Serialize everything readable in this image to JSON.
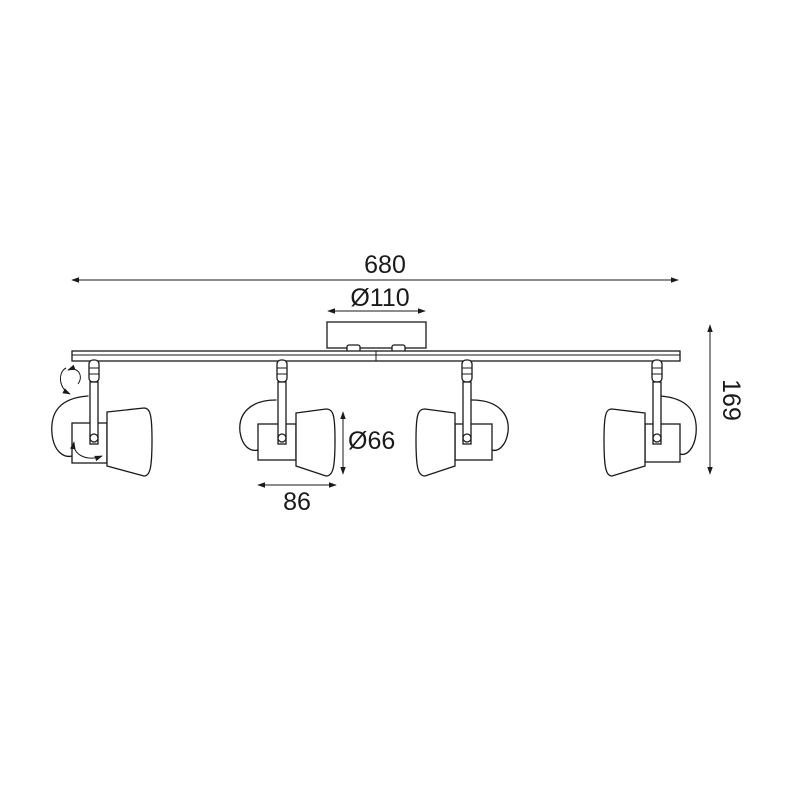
{
  "dimensions": {
    "length": "680",
    "canopy_diameter": "Ø110",
    "head_diameter": "Ø66",
    "head_length": "86",
    "height": "169"
  }
}
